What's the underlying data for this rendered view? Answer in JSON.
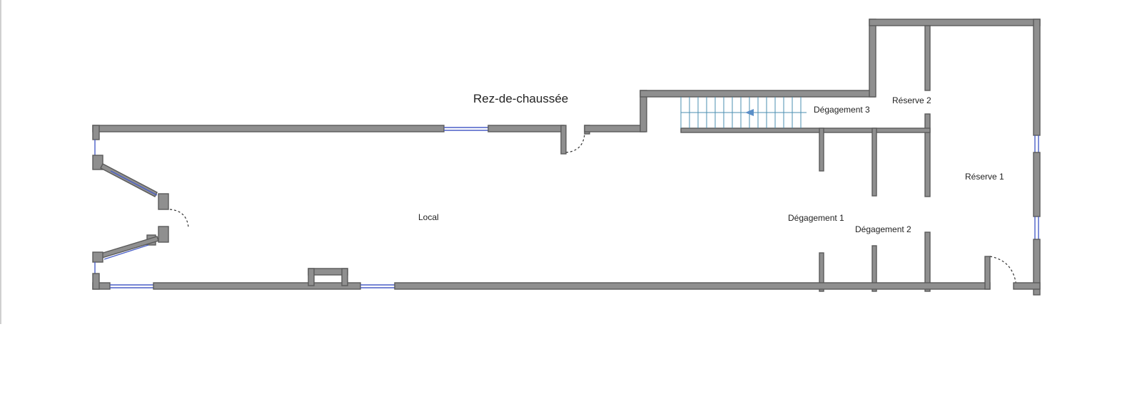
{
  "title": "Rez-de-chaussée",
  "rooms": {
    "local": "Local",
    "degagement_1": "Dégagement 1",
    "degagement_2": "Dégagement 2",
    "degagement_3": "Dégagement 3",
    "reserve_1": "Réserve 1",
    "reserve_2": "Réserve 2"
  },
  "colors": {
    "wall_fill": "#8f8f8f",
    "window": "#4a5fc7",
    "stair_arrow": "#5b8fc8"
  },
  "icons": {
    "stair_direction": "arrow-left-icon"
  }
}
